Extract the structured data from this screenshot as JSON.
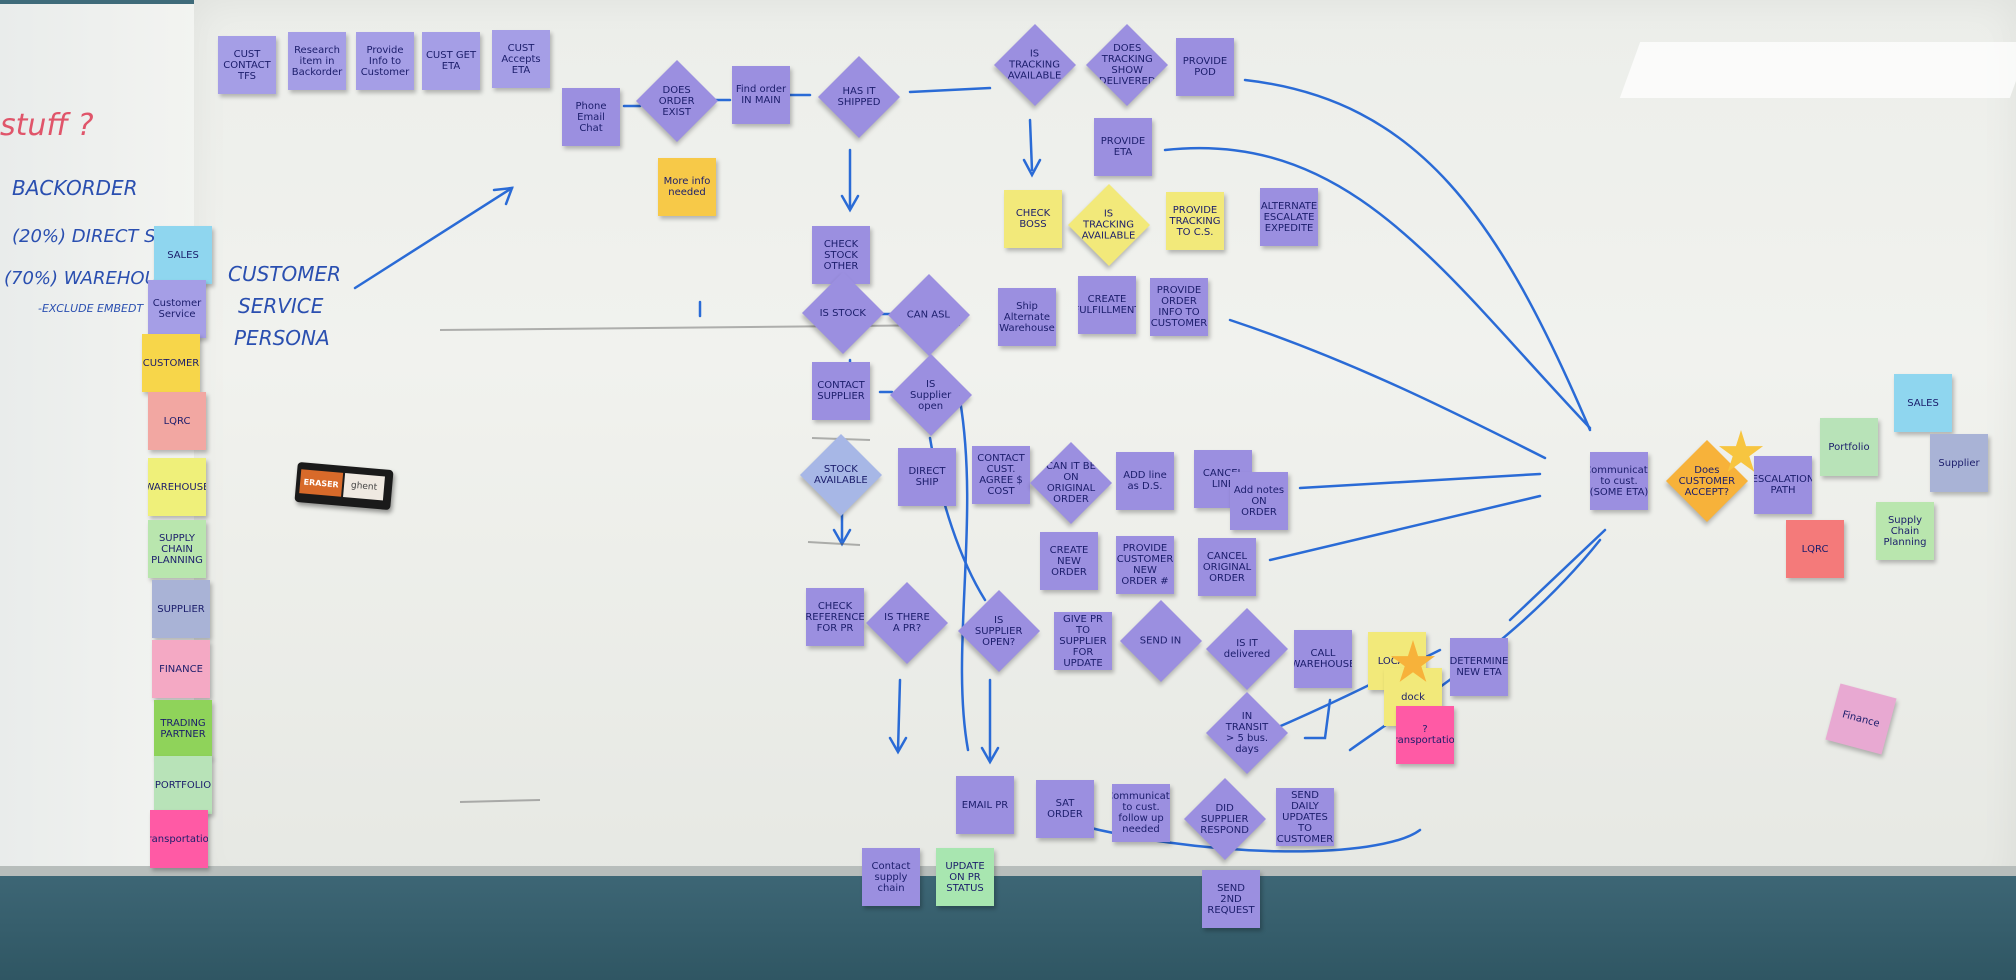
{
  "scene": {
    "whiteboard_left": {
      "heading": "stuff ?",
      "lines": [
        "BACKORDER",
        "(20%) DIRECT SHIP",
        "(70%) WAREHOUSE",
        "-EXCLUDE EMBEDT"
      ]
    },
    "persona_text": [
      "CUSTOMER",
      "SERVICE",
      "PERSONA"
    ],
    "eraser": {
      "brand": "ERASER",
      "logo": "ghent"
    },
    "legend_notes": [
      {
        "text": "SALES",
        "color": "#8fd6ef"
      },
      {
        "text": "Customer Service",
        "color": "#a59ee6"
      },
      {
        "text": "CUSTOMER",
        "color": "#f7d64a"
      },
      {
        "text": "LQRC",
        "color": "#f2a7a2"
      },
      {
        "text": "WAREHOUSE",
        "color": "#eff07a"
      },
      {
        "text": "SUPPLY CHAIN PLANNING",
        "color": "#b9e6ae"
      },
      {
        "text": "SUPPLIER",
        "color": "#a9b3d6"
      },
      {
        "text": "FINANCE",
        "color": "#f4a9c4"
      },
      {
        "text": "TRADING PARTNER",
        "color": "#8fd35a"
      },
      {
        "text": "PORTFOLIO",
        "color": "#b8e3b8"
      },
      {
        "text": "Transportation",
        "color": "#ff5aa5"
      }
    ],
    "top_row": [
      "CUST CONTACT TFS",
      "Research item in Backorder",
      "Provide Info to Customer",
      "CUST GET ETA",
      "CUST Accepts ETA"
    ],
    "flow_notes": {
      "phone_email_chat": "Phone Email Chat",
      "does_order_exist": "DOES ORDER EXIST",
      "find_order": "Find order IN MAIN",
      "has_it_shipped": "HAS IT SHIPPED",
      "more_info": "More info needed",
      "is_tracking": "IS TRACKING AVAILABLE",
      "does_tracking_show": "DOES TRACKING SHOW DELIVERED",
      "provide_pod": "PROVIDE POD",
      "provide_eta": "PROVIDE ETA",
      "check_boss": "CHECK BOSS",
      "is_tracking2": "IS TRACKING AVAILABLE",
      "provide_tracking": "PROVIDE TRACKING TO C.S.",
      "alternate": "ALTERNATE ESCALATE EXPEDITE",
      "check_stock": "CHECK STOCK OTHER",
      "is_stock": "IS STOCK",
      "can_asl": "CAN ASL",
      "ship_alternate": "Ship Alternate Warehouse",
      "create_fulfillment": "CREATE FULFILLMENT",
      "provide_order_info": "PROVIDE ORDER INFO TO CUSTOMER",
      "contact_supplier": "CONTACT SUPPLIER",
      "is_supplier_open": "IS Supplier open",
      "stock_available": "STOCK AVAILABLE",
      "direct_ship": "DIRECT SHIP",
      "contact_cust": "CONTACT CUST. AGREE $ COST",
      "can_it_be": "CAN IT BE ON ORIGINAL ORDER",
      "add_line": "ADD line as D.S.",
      "cancel_line": "CANCEL LINE",
      "add_notes": "Add notes ON ORDER",
      "create_new_order": "CREATE NEW ORDER",
      "provide_customer": "PROVIDE CUSTOMER NEW ORDER #",
      "cancel_original": "CANCEL ORIGINAL ORDER",
      "check_reference": "CHECK REFERENCE FOR PR",
      "is_there_pr": "IS THERE A PR?",
      "is_supplier_open2": "IS SUPPLIER OPEN?",
      "give_pr": "GIVE PR TO SUPPLIER FOR UPDATE",
      "send_in": "SEND IN",
      "is_it_delivered": "IS IT delivered",
      "call_warehouse": "CALL WAREHOUSE",
      "locate": "LOCATE",
      "dock": "dock",
      "determine_eta": "DETERMINE NEW ETA",
      "in_transit": "IN TRANSIT > 5 bus. days",
      "transportation": "? Transportation",
      "email_pr": "EMAIL PR",
      "sat_order": "SAT ORDER",
      "communicate": "Communicate to cust. follow up needed",
      "did_supplier": "DID SUPPLIER RESPOND",
      "send_daily": "SEND DAILY UPDATES TO CUSTOMER",
      "contact_supply": "Contact supply chain",
      "update_pr": "UPDATE ON PR STATUS",
      "send_2nd": "SEND 2ND REQUEST",
      "communicate_cust": "Communicate to cust. (SOME ETA)",
      "does_customer_accept": "Does CUSTOMER ACCEPT?",
      "escalation": "ESCALATION PATH"
    },
    "right_legend": [
      {
        "text": "SALES",
        "color": "#8fd6ef"
      },
      {
        "text": "Portfolio",
        "color": "#b8e3b8"
      },
      {
        "text": "Supplier",
        "color": "#a9b3d6"
      },
      {
        "text": "LQRC",
        "color": "#f47a7a"
      },
      {
        "text": "Supply Chain Planning",
        "color": "#b9e6ae"
      },
      {
        "text": "Finance",
        "color": "#e8a9d2"
      }
    ],
    "colors": {
      "purple": "#9b8fe0",
      "yellow": "#f2e97a",
      "orange": "#f7b23a",
      "pink": "#ff5aa5",
      "marker": "#2a6bd6"
    }
  }
}
